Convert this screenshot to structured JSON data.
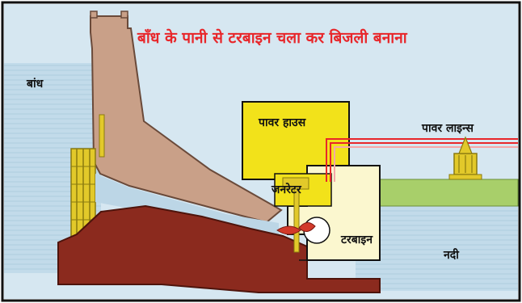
{
  "title": "बाँध के पानी से टरबाइन चला कर बिजली बनाना",
  "labels": {
    "dam": "बांध",
    "power_house": "पावर हाउस",
    "generator": "जनरेटर",
    "turbine": "टरबाइन",
    "power_lines": "पावर लाइन्स",
    "river": "नदी"
  },
  "colors": {
    "sky": "#cfe3ee",
    "water": "#bcd6e6",
    "dam_concrete": "#c9a088",
    "ground_rock": "#8b2a1e",
    "power_house": "#f2e21a",
    "turbine_room": "#fbf7cf",
    "transmission_line": "#e8262a",
    "grass": "#a8cf6a",
    "title_text": "#e8262a"
  }
}
